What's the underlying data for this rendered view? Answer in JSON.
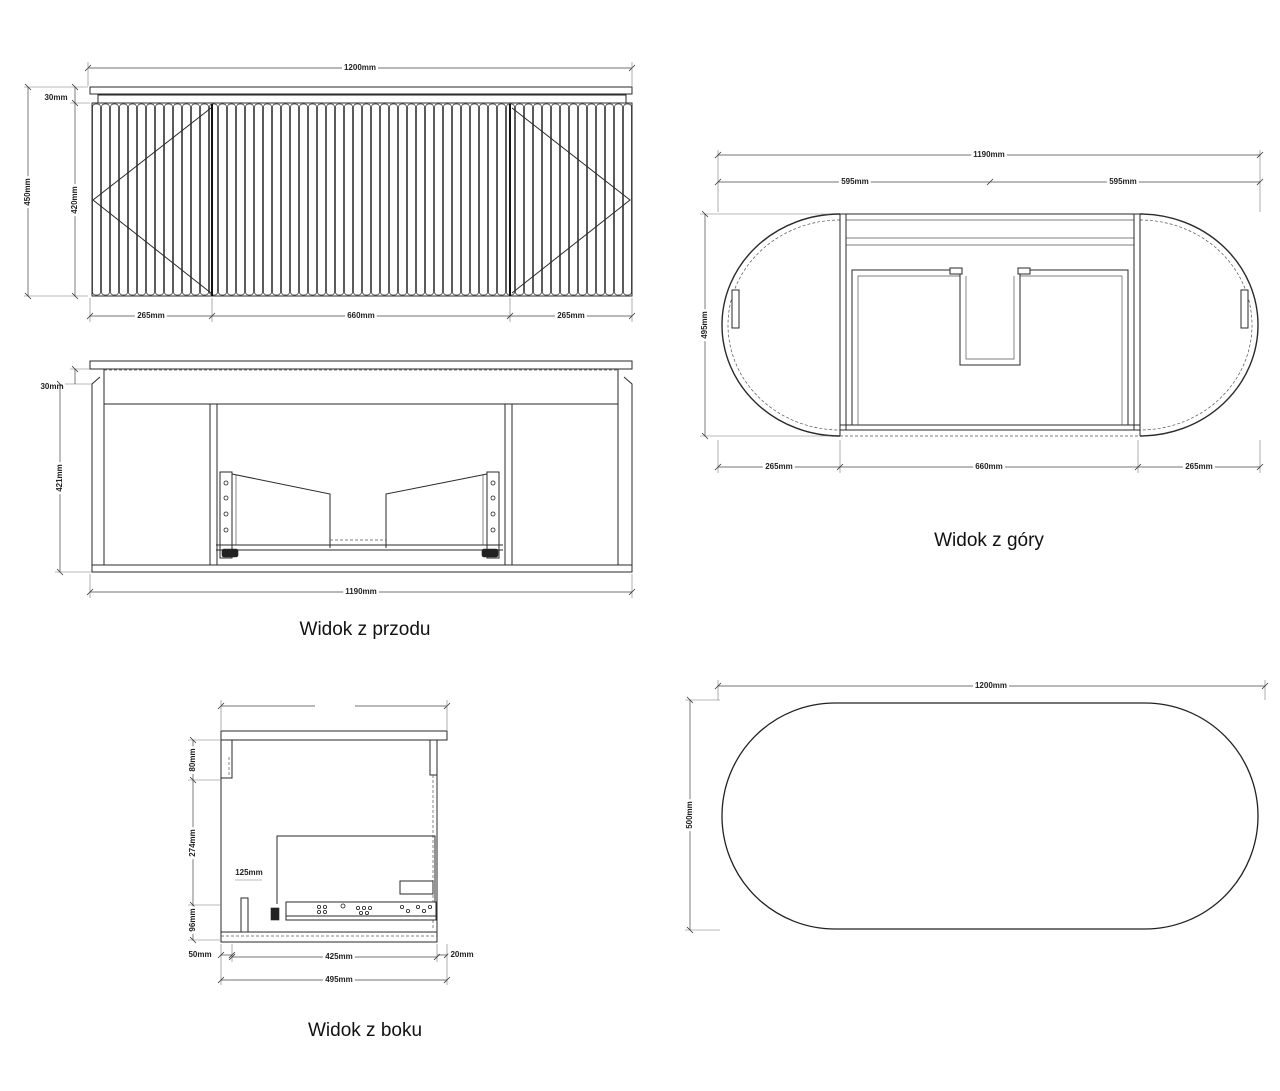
{
  "views": {
    "front": {
      "title": "Widok z przodu",
      "total_width": "1200mm",
      "top_thickness": "30mm",
      "total_height": "450mm",
      "body_height": "420mm",
      "left_door": "265mm",
      "center": "660mm",
      "right_door": "265mm"
    },
    "front_section": {
      "top_thickness": "30mm",
      "inner_height": "421mm",
      "inner_width": "1190mm"
    },
    "top": {
      "title": "Widok z góry",
      "total_width": "1190mm",
      "half_left": "595mm",
      "half_right": "595mm",
      "depth": "495mm",
      "left": "265mm",
      "center": "660mm",
      "right": "265mm"
    },
    "side": {
      "title": "Widok z boku",
      "top_gap": "80mm",
      "middle": "274mm",
      "bottom": "96mm",
      "post": "125mm",
      "back_offset": "50mm",
      "drawer_depth": "425mm",
      "front_offset": "20mm",
      "total_depth": "495mm"
    },
    "countertop": {
      "width": "1200mm",
      "depth": "500mm"
    }
  }
}
